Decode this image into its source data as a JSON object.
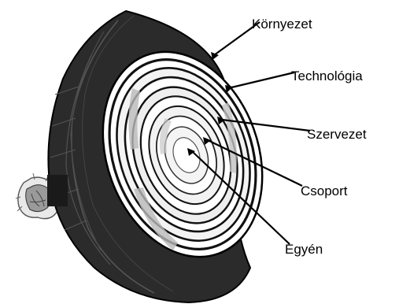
{
  "labels": {
    "kornyezet": "Környezet",
    "technologia": "Technológia",
    "szervezet": "Szervezet",
    "csoport": "Csoport",
    "egyen": "Egyén"
  },
  "colors": {
    "skin": "#2b2b2b",
    "skin_dark": "#111111",
    "flesh": "#ffffff",
    "ring": "#111111",
    "shade": "#b9b9b9",
    "root": "#9a9a9a"
  }
}
